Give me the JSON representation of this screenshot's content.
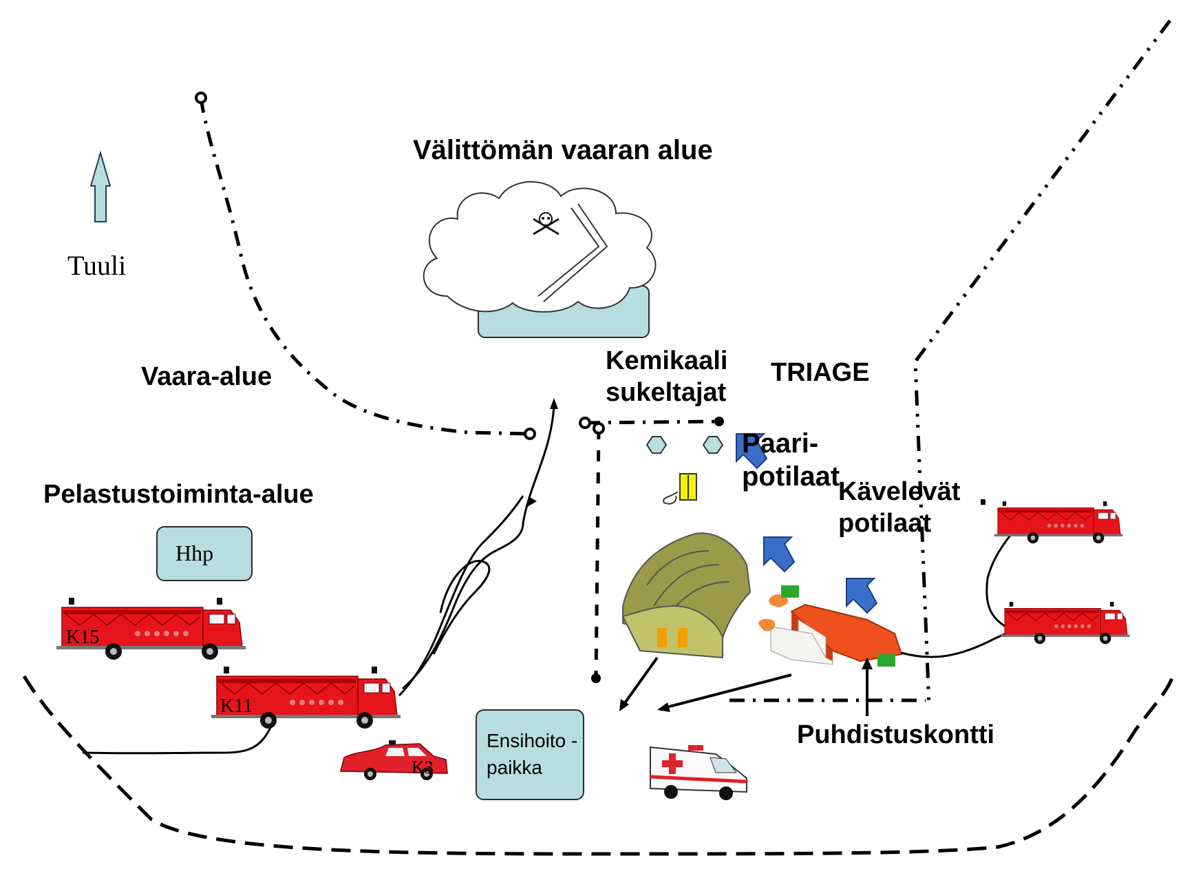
{
  "labels": {
    "title": "Välittömän vaaran alue",
    "wind": "Tuuli",
    "danger_zone": "Vaara-alue",
    "rescue_zone": "Pelastustoiminta-alue",
    "hhp": "Hhp",
    "chemical_divers": "Kemikaali\nsukeltajat",
    "triage": "TRIAGE",
    "stretcher_patients": "Paari-\npotilaat",
    "walking_patients": "Kävelevät\npotilaat",
    "decon_container": "Puhdistuskontti",
    "first_aid": "Ensihoito -\npaikka"
  },
  "vehicles": {
    "k15": "K15",
    "k11": "K11",
    "k3": "K3"
  },
  "icons": {
    "hazard": "skull-crossbones-icon",
    "wind_arrow": "up-arrow-icon",
    "pointer": "blue-arrow-icon"
  },
  "colors": {
    "truck": "#e8141b",
    "box_fill": "#b7dde0",
    "pointer": "#3a6fc9",
    "tent": "#9a9a48",
    "container": "#f0501e"
  }
}
